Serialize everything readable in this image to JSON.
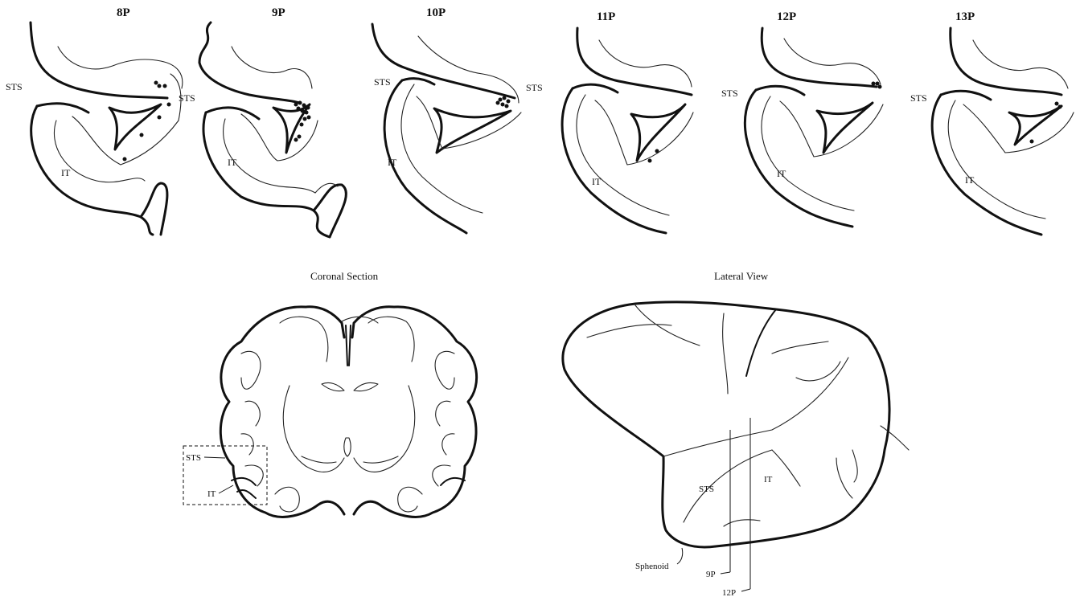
{
  "sections": [
    {
      "id": "8P",
      "title": "8P",
      "sts_label": "STS",
      "sts_label_right": "STS",
      "it_label": "IT"
    },
    {
      "id": "9P",
      "title": "9P",
      "it_label": "IT"
    },
    {
      "id": "10P",
      "title": "10P",
      "sts_label": "STS",
      "it_label": "IT"
    },
    {
      "id": "11P",
      "title": "11P",
      "sts_label": "STS",
      "it_label": "IT"
    },
    {
      "id": "12P",
      "title": "12P",
      "sts_label": "STS",
      "it_label": "IT"
    },
    {
      "id": "13P",
      "title": "13P",
      "sts_label": "STS",
      "it_label": "IT"
    }
  ],
  "coronal": {
    "title": "Coronal Section",
    "sts_label": "STS",
    "it_label": "IT"
  },
  "lateral": {
    "title": "Lateral View",
    "sts_label": "STS",
    "it_label": "IT",
    "sphenoid_label": "Sphenoid",
    "marker_9p": "9P",
    "marker_12p": "12P"
  }
}
